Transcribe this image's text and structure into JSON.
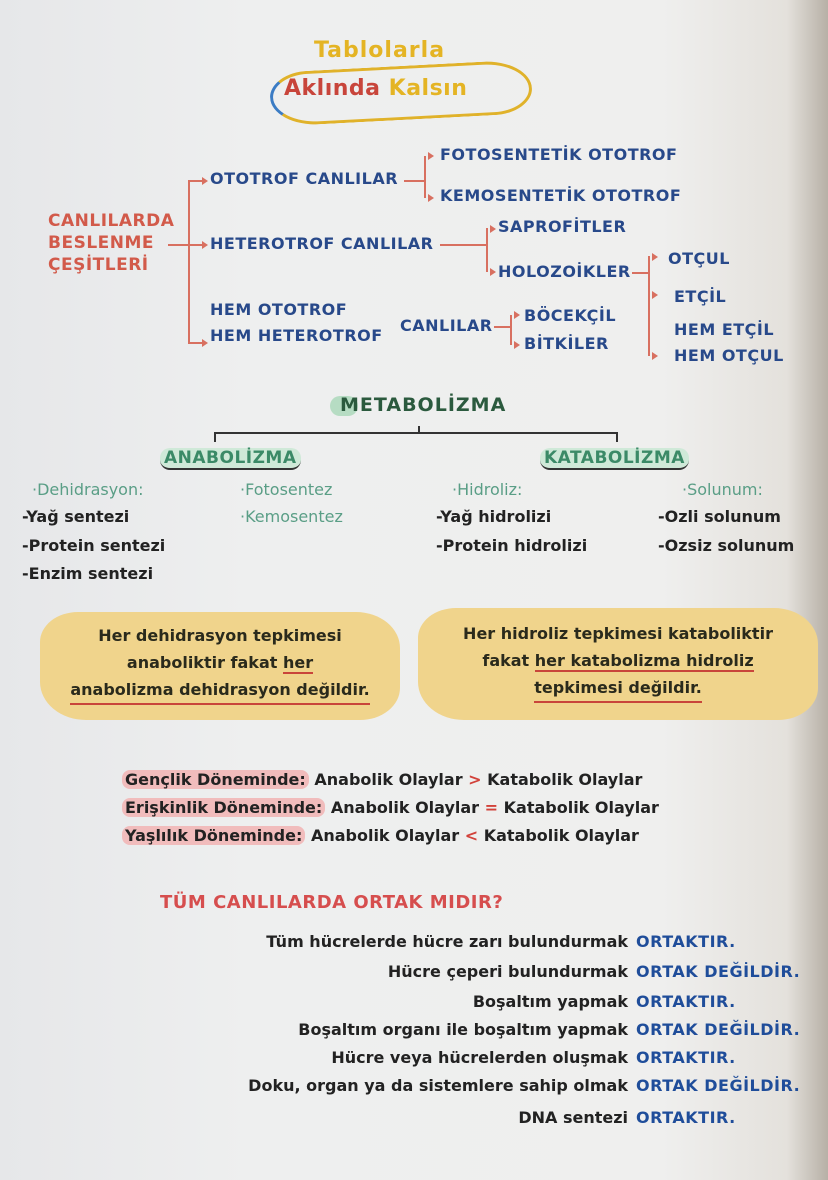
{
  "header": {
    "title_top": "Tablolarla",
    "title_bottom_1": "Aklında ",
    "title_bottom_2": "Kalsın"
  },
  "nutrition": {
    "root": [
      "CANLILARDA",
      "BESLENME",
      "ÇEŞİTLERİ"
    ],
    "ototrof": "OTOTROF CANLILAR",
    "ototrof_children": [
      "FOTOSENTETİK OTOTROF",
      "KEMOSENTETİK OTOTROF"
    ],
    "heterotrof": "HETEROTROF CANLILAR",
    "heterotrof_children": [
      "SAPROFİTLER",
      "HOLOZOİKLER"
    ],
    "holozoik_children": [
      "OTÇUL",
      "ETÇİL",
      "HEM ETÇİL",
      "HEM OTÇUL"
    ],
    "hem_line1": "HEM OTOTROF",
    "hem_line2": "HEM HETEROTROF",
    "hem_canlilar": "CANLILAR",
    "hem_children": [
      "BÖCEKÇİL",
      "BİTKİLER"
    ]
  },
  "metabolism": {
    "title": "METABOLİZMA",
    "anabolizma": {
      "title": "ANABOLİZMA",
      "dehidrasyon": "·Dehidrasyon:",
      "dehidrasyon_items": [
        "-Yağ sentezi",
        "-Protein sentezi",
        "-Enzim sentezi"
      ],
      "others": [
        "·Fotosentez",
        "·Kemosentez"
      ]
    },
    "katabolizma": {
      "title": "KATABOLİZMA",
      "hidroliz": "·Hidroliz:",
      "hidroliz_items": [
        "-Yağ hidrolizi",
        "-Protein hidrolizi"
      ],
      "solunum": "·Solunum:",
      "solunum_items": [
        "-Ozli solunum",
        "-Ozsiz solunum"
      ]
    }
  },
  "notes": {
    "left": {
      "line1": "Her dehidrasyon tepkimesi",
      "line2a": "anaboliktir fakat ",
      "line2b": "her",
      "line3": "anabolizma dehidrasyon değildir."
    },
    "right": {
      "line1": "Her hidroliz tepkimesi kataboliktir",
      "line2a": "fakat ",
      "line2b": "her katabolizma hidroliz",
      "line3": "tepkimesi değildir."
    }
  },
  "ages": [
    {
      "label": "Gençlik Döneminde:",
      "left": "Anabolik Olaylar",
      "symbol": ">",
      "right": "Katabolik Olaylar"
    },
    {
      "label": "Erişkinlik Döneminde:",
      "left": "Anabolik Olaylar",
      "symbol": "=",
      "right": "Katabolik Olaylar"
    },
    {
      "label": "Yaşlılık Döneminde:",
      "left": "Anabolik Olaylar",
      "symbol": "<",
      "right": "Katabolik Olaylar"
    }
  ],
  "common": {
    "title": "TÜM CANLILARDA ORTAK MIDIR?",
    "rows": [
      {
        "statement": "Tüm hücrelerde hücre zarı bulundurmak",
        "answer": "ORTAKTIR."
      },
      {
        "statement": "Hücre çeperi bulundurmak",
        "answer": "ORTAK DEĞİLDİR."
      },
      {
        "statement": "Boşaltım yapmak",
        "answer": "ORTAKTIR."
      },
      {
        "statement": "Boşaltım organı ile boşaltım yapmak",
        "answer": "ORTAK DEĞİLDİR."
      },
      {
        "statement": "Hücre veya hücrelerden oluşmak",
        "answer": "ORTAKTIR."
      },
      {
        "statement": "Doku, organ ya da sistemlere sahip olmak",
        "answer": "ORTAK DEĞİLDİR."
      },
      {
        "statement": "DNA sentezi",
        "answer": "ORTAKTIR."
      }
    ]
  },
  "colors": {
    "red": "#d25a4a",
    "blue": "#28498a",
    "green": "#3b8a67",
    "highlight_yellow": "#f0d48c",
    "highlight_pink": "#f1bcbc"
  }
}
